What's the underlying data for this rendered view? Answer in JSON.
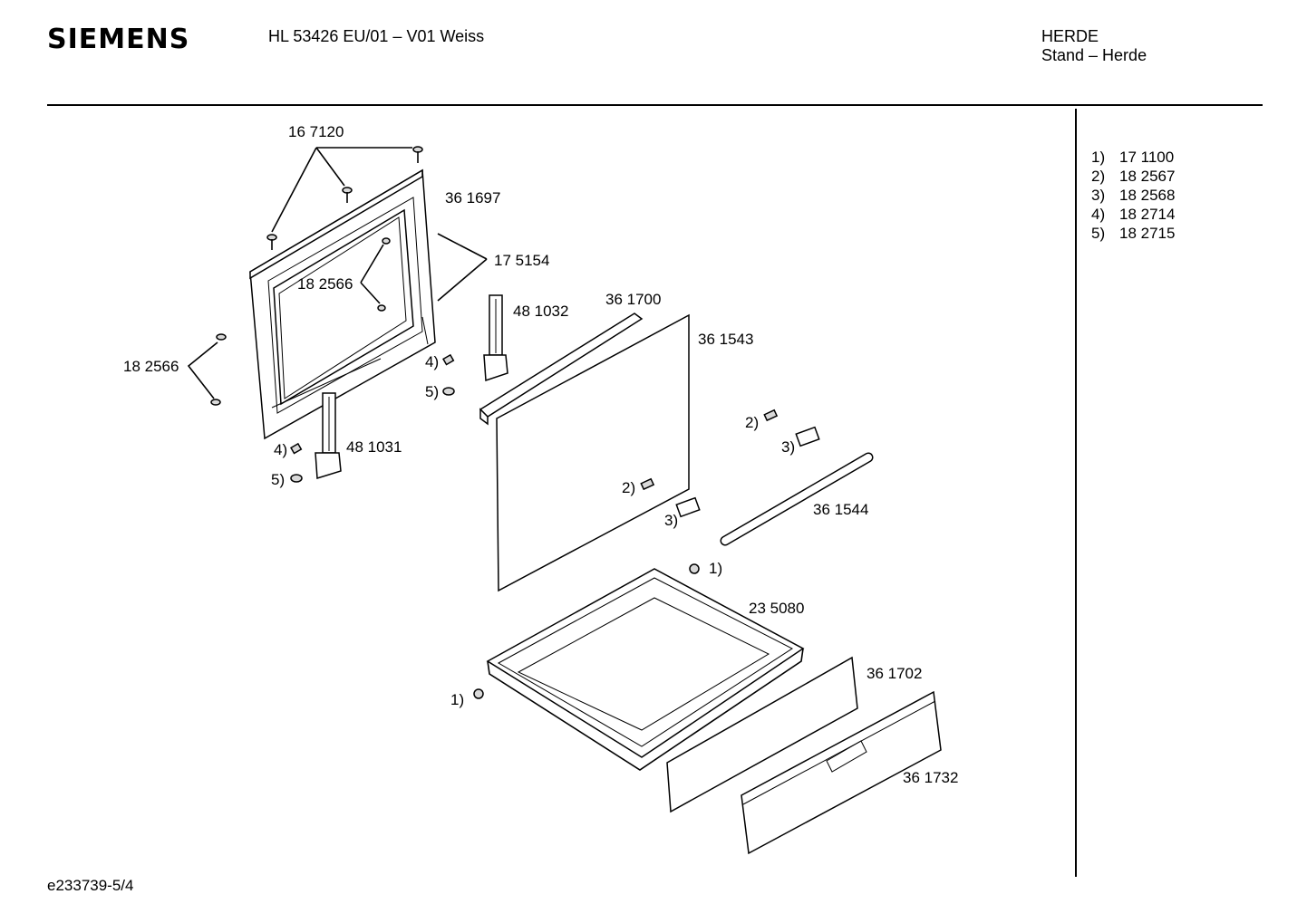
{
  "header": {
    "brand": "SIEMENS",
    "model": "HL 53426 EU/01 – V01 Weiss",
    "category_line1": "HERDE",
    "category_line2": "Stand – Herde"
  },
  "legend": [
    {
      "key": "1)",
      "value": "17 1100"
    },
    {
      "key": "2)",
      "value": "18 2567"
    },
    {
      "key": "3)",
      "value": "18 2568"
    },
    {
      "key": "4)",
      "value": "18 2714"
    },
    {
      "key": "5)",
      "value": "18 2715"
    }
  ],
  "parts": {
    "screws_top": "16 7120",
    "door_frame": "36 1697",
    "clips": "17 5154",
    "screws_inner": "18 2566",
    "screws_left": "18 2566",
    "hinge_right": "48 1032",
    "hinge_left": "48 1031",
    "rail": "36 1700",
    "glass": "36 1543",
    "rod": "36 1544",
    "tray": "23 5080",
    "drawer_panel": "36 1702",
    "drawer_front": "36 1732"
  },
  "refs": {
    "r4a": "4)",
    "r5a": "5)",
    "r4b": "4)",
    "r5b": "5)",
    "r2a": "2)",
    "r3a": "3)",
    "r2b": "2)",
    "r3b": "3)",
    "r1a": "1)",
    "r1b": "1)"
  },
  "footer": {
    "doc_id": "e233739-5/4"
  }
}
